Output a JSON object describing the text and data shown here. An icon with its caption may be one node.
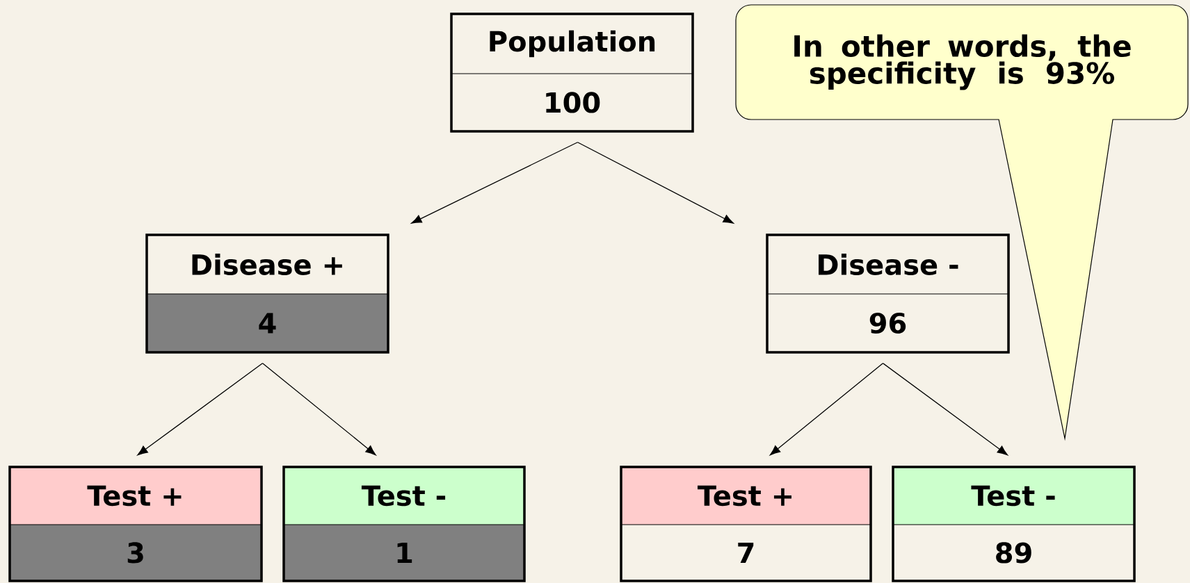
{
  "diagram": {
    "nodes": [
      {
        "text": [
          "Population",
          "100"
        ]
      },
      {
        "text": [
          "In other words, the specificity is 93%"
        ]
      },
      {
        "text": [
          "Disease +",
          "4"
        ]
      },
      {
        "text": [
          "Disease -",
          "96"
        ]
      },
      {
        "text": [
          "Test +",
          "3"
        ]
      },
      {
        "text": [
          "Test -",
          "1"
        ]
      },
      {
        "text": [
          "Test +",
          "7"
        ]
      },
      {
        "text": [
          "Test -",
          "89"
        ]
      }
    ],
    "edges": [
      {
        "from": 0,
        "to": 2,
        "arrow": "to"
      },
      {
        "from": 0,
        "to": 3,
        "arrow": "to"
      },
      {
        "from": 2,
        "to": 4,
        "arrow": "to"
      },
      {
        "from": 2,
        "to": 5,
        "arrow": "to"
      },
      {
        "from": 3,
        "to": 6,
        "arrow": "to"
      },
      {
        "from": 3,
        "to": 7,
        "arrow": "to"
      }
    ]
  }
}
